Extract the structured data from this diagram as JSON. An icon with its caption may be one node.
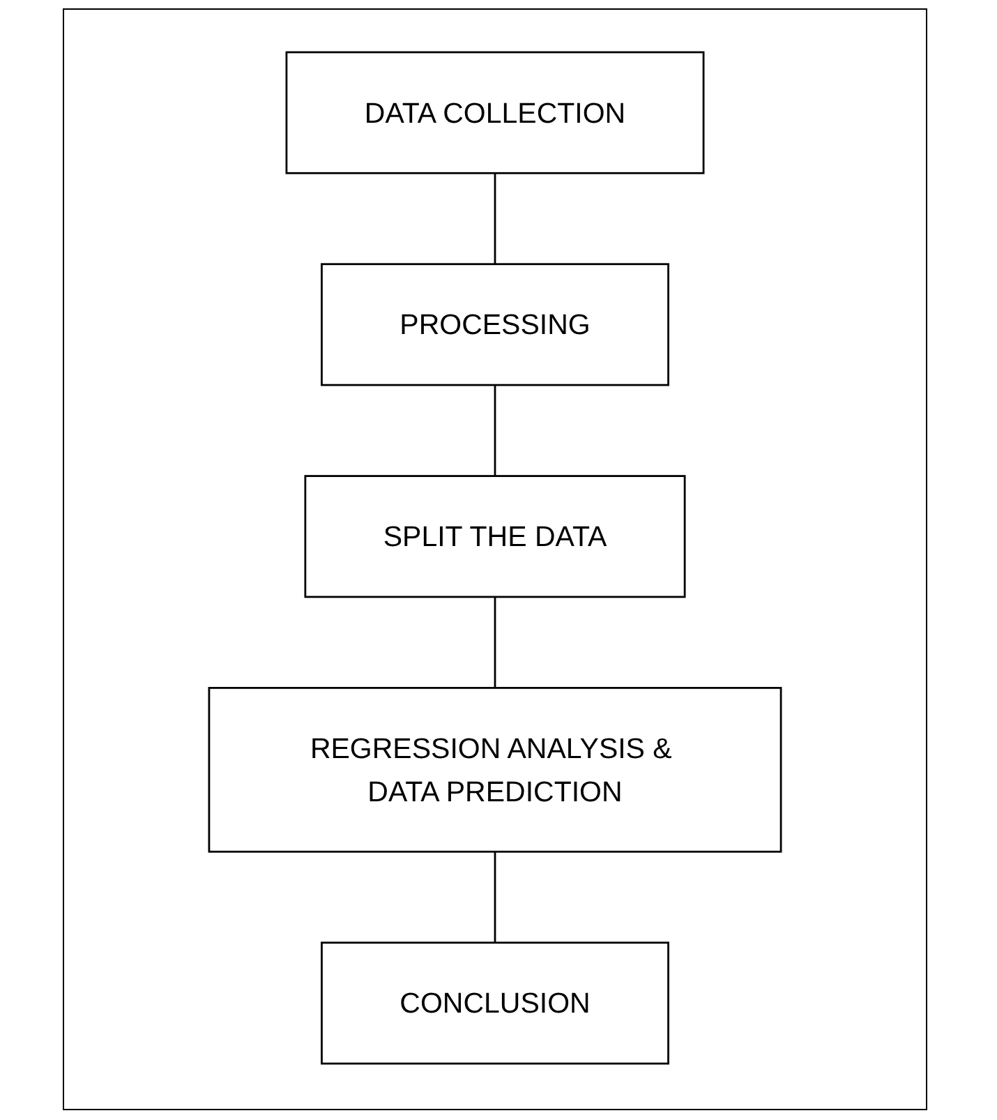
{
  "diagram": {
    "nodes": [
      {
        "text": [
          "DATA COLLECTION"
        ]
      },
      {
        "text": [
          "PROCESSING"
        ]
      },
      {
        "text": [
          "SPLIT THE DATA"
        ]
      },
      {
        "text": [
          "REGRESSION ANALYSIS & DATA PREDICTION"
        ]
      },
      {
        "text": [
          "CONCLUSION"
        ]
      }
    ],
    "edges": [
      {
        "from": 0,
        "to": 1,
        "arrow": "none"
      },
      {
        "from": 1,
        "to": 2,
        "arrow": "none"
      },
      {
        "from": 2,
        "to": 3,
        "arrow": "none"
      },
      {
        "from": 3,
        "to": 4,
        "arrow": "none"
      }
    ]
  }
}
